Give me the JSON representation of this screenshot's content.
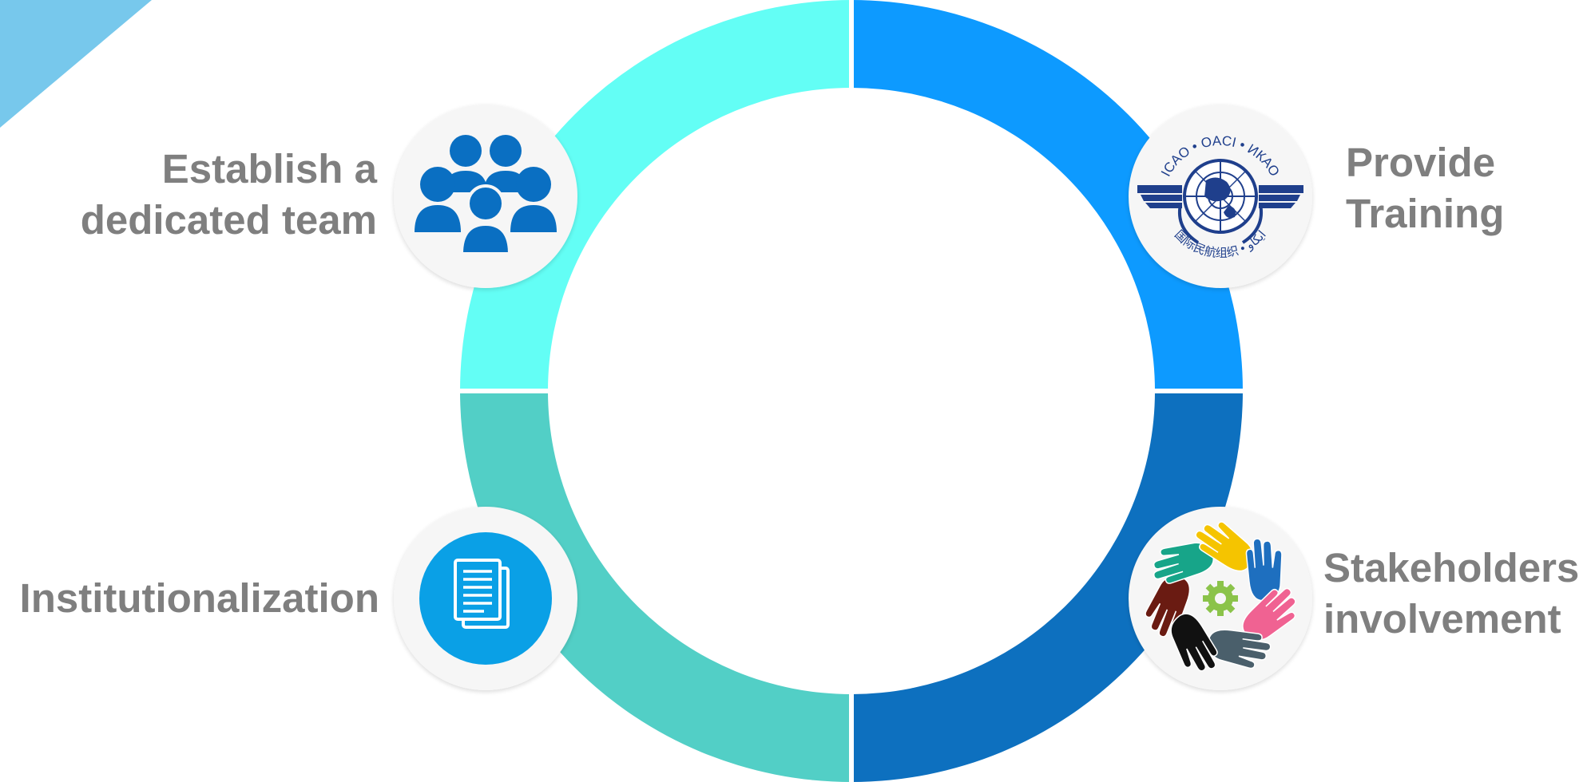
{
  "steps": [
    {
      "id": "team",
      "label_lines": [
        "Establish a",
        "dedicated team"
      ],
      "segment_color": "#63fef5",
      "icon": "team-people-icon",
      "icon_color": "#0a6fc2"
    },
    {
      "id": "training",
      "label_lines": [
        "Provide",
        "Training"
      ],
      "segment_color": "#0d9aff",
      "icon": "icao-emblem-icon",
      "icon_color": "#1f3f8c",
      "emblem_text": {
        "top": "ICAO • OACI • ИКАО",
        "bottom": "国际民航组织 • ايكاو"
      }
    },
    {
      "id": "stakeholders",
      "label_lines": [
        "Stakeholders",
        "involvement"
      ],
      "segment_color": "#0d70bf",
      "icon": "hands-circle-icon",
      "icon_colors": [
        "#6a1b12",
        "#17a589",
        "#f5c400",
        "#1e6fbf",
        "#f06292",
        "#4a5f6b",
        "#111111",
        "#8bc34a"
      ]
    },
    {
      "id": "institutionalization",
      "label_lines": [
        "Institutionalization"
      ],
      "segment_color": "#52cfc6",
      "icon": "documents-icon",
      "icon_color": "#0aa0e6"
    }
  ],
  "corner_accent_color": "#77c8ec",
  "label_color": "#7f7f7f"
}
